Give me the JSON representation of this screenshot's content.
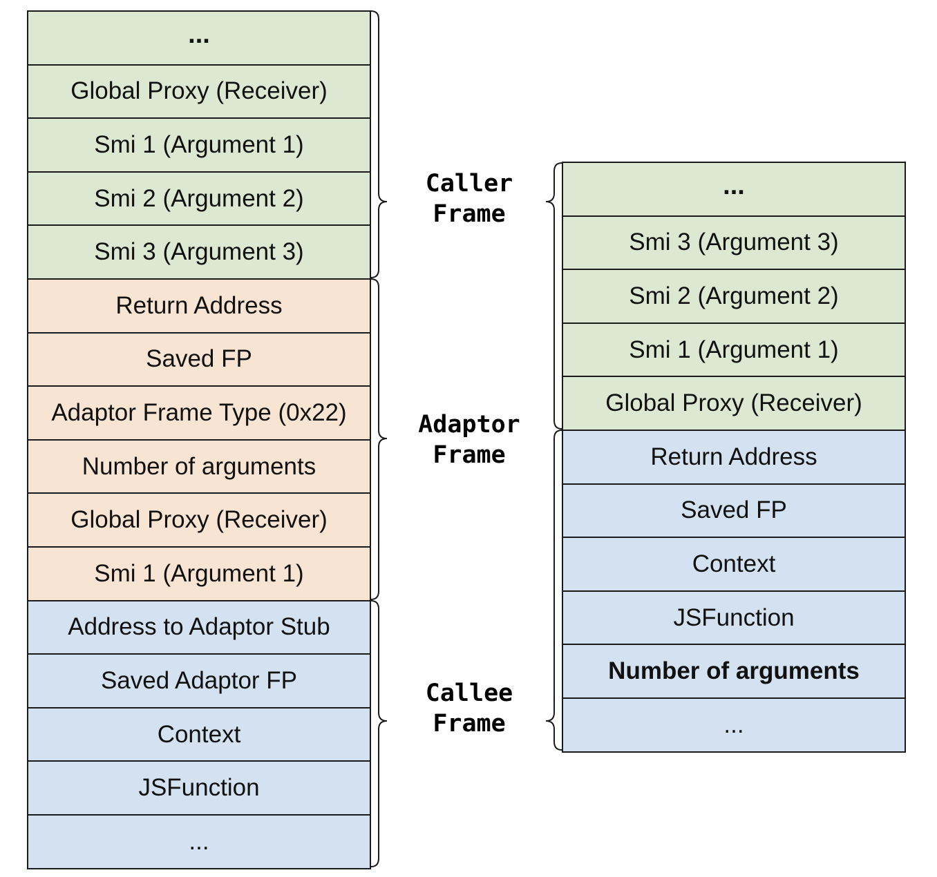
{
  "left_stack": {
    "cells": [
      {
        "text": "...",
        "color": "green",
        "style": "ellipsis-big"
      },
      {
        "text": "Global Proxy (Receiver)",
        "color": "green"
      },
      {
        "text": "Smi 1 (Argument 1)",
        "color": "green"
      },
      {
        "text": "Smi 2 (Argument 2)",
        "color": "green"
      },
      {
        "text": "Smi 3 (Argument 3)",
        "color": "green"
      },
      {
        "text": "Return Address",
        "color": "orange"
      },
      {
        "text": "Saved FP",
        "color": "orange"
      },
      {
        "text": "Adaptor Frame Type (0x22)",
        "color": "orange"
      },
      {
        "text": "Number of arguments",
        "color": "orange"
      },
      {
        "text": "Global Proxy (Receiver)",
        "color": "orange"
      },
      {
        "text": "Smi 1 (Argument 1)",
        "color": "orange"
      },
      {
        "text": "Address to Adaptor Stub",
        "color": "blue"
      },
      {
        "text": "Saved Adaptor FP",
        "color": "blue"
      },
      {
        "text": "Context",
        "color": "blue"
      },
      {
        "text": "JSFunction",
        "color": "blue"
      },
      {
        "text": "...",
        "color": "blue"
      }
    ]
  },
  "right_stack": {
    "cells": [
      {
        "text": "...",
        "color": "green",
        "style": "ellipsis-big"
      },
      {
        "text": "Smi 3 (Argument 3)",
        "color": "green"
      },
      {
        "text": "Smi 2 (Argument 2)",
        "color": "green"
      },
      {
        "text": "Smi 1 (Argument 1)",
        "color": "green"
      },
      {
        "text": "Global Proxy (Receiver)",
        "color": "green"
      },
      {
        "text": "Return Address",
        "color": "blue"
      },
      {
        "text": "Saved FP",
        "color": "blue"
      },
      {
        "text": "Context",
        "color": "blue"
      },
      {
        "text": "JSFunction",
        "color": "blue"
      },
      {
        "text": "Number of arguments",
        "color": "blue",
        "style": "bold"
      },
      {
        "text": "...",
        "color": "blue"
      }
    ]
  },
  "frame_labels": {
    "caller": {
      "line1": "Caller",
      "line2": "Frame"
    },
    "adaptor": {
      "line1": "Adaptor",
      "line2": "Frame"
    },
    "callee": {
      "line1": "Callee",
      "line2": "Frame"
    }
  },
  "colors": {
    "green": "#dde8d3",
    "orange": "#f8e4d3",
    "blue": "#d3e1f1",
    "border": "#1a1a1a"
  }
}
